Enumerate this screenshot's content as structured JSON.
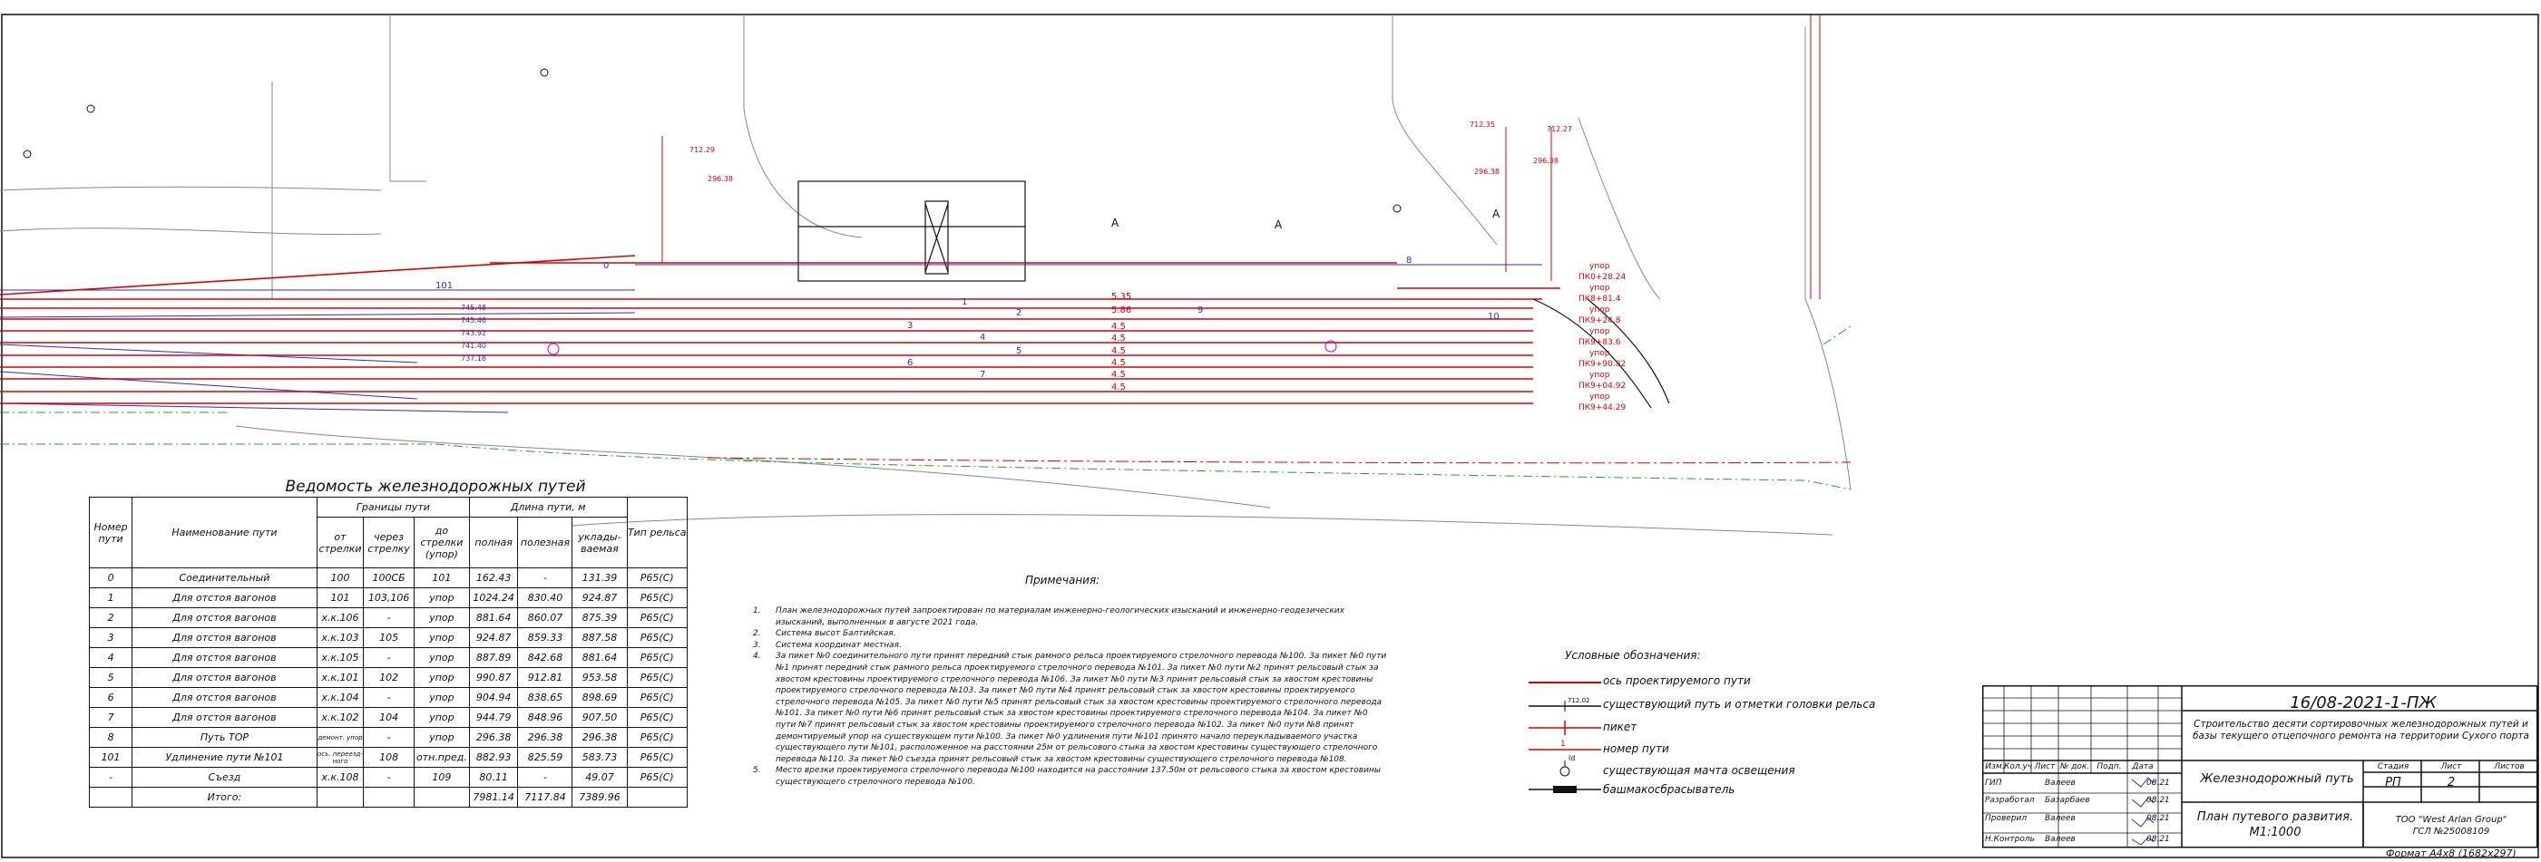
{
  "plan": {
    "station_labels": [
      "А",
      "А",
      "А"
    ],
    "track_numbers": [
      "0",
      "1",
      "2",
      "3",
      "4",
      "5",
      "6",
      "7",
      "8",
      "101",
      "9",
      "10"
    ],
    "marker_values": [
      "5.35",
      "5.86",
      "4.5",
      "4.5",
      "4.5",
      "4.5",
      "4.5",
      "4.5"
    ],
    "stop_labels": [
      "упор",
      "ПК0+28.24",
      "упор",
      "ПК8+81.4",
      "упор",
      "ПК9+24.8",
      "упор",
      "ПК9+83.6",
      "упор",
      "ПК9+90.82",
      "упор",
      "ПК9+04.92",
      "упор",
      "ПК9+44.29"
    ],
    "elevations": [
      "745.48",
      "745.46",
      "743.92",
      "741.40",
      "737.18",
      "712.29",
      "712.35",
      "712.27",
      "296.38",
      "296.38",
      "296.38"
    ]
  },
  "rail_table": {
    "title": "Ведомость железнодорожных путей",
    "headers": {
      "num": "Номер пути",
      "name": "Наименование пути",
      "bounds": "Границы пути",
      "from": "от стрелки",
      "via": "через стрелку",
      "to": "до стрелки (упор)",
      "length": "Длина пути, м",
      "full": "полная",
      "useful": "полезная",
      "laid": "уклады-ваемая",
      "type": "Тип рельса"
    },
    "rows": [
      [
        "0",
        "Соединительный",
        "100",
        "100СБ",
        "101",
        "162.43",
        "-",
        "131.39",
        "Р65(С)"
      ],
      [
        "1",
        "Для отстоя вагонов",
        "101",
        "103,106",
        "упор",
        "1024.24",
        "830.40",
        "924.87",
        "Р65(С)"
      ],
      [
        "2",
        "Для отстоя вагонов",
        "х.к.106",
        "-",
        "упор",
        "881.64",
        "860.07",
        "875.39",
        "Р65(С)"
      ],
      [
        "3",
        "Для отстоя вагонов",
        "х.к.103",
        "105",
        "упор",
        "924.87",
        "859.33",
        "887.58",
        "Р65(С)"
      ],
      [
        "4",
        "Для отстоя вагонов",
        "х.к.105",
        "-",
        "упор",
        "887.89",
        "842.68",
        "881.64",
        "Р65(С)"
      ],
      [
        "5",
        "Для отстоя вагонов",
        "х.к.101",
        "102",
        "упор",
        "990.87",
        "912.81",
        "953.58",
        "Р65(С)"
      ],
      [
        "6",
        "Для отстоя вагонов",
        "х.к.104",
        "-",
        "упор",
        "904.94",
        "838.65",
        "898.69",
        "Р65(С)"
      ],
      [
        "7",
        "Для отстоя вагонов",
        "х.к.102",
        "104",
        "упор",
        "944.79",
        "848.96",
        "907.50",
        "Р65(С)"
      ],
      [
        "8",
        "Путь ТОР",
        "демонт. упор",
        "-",
        "упор",
        "296.38",
        "296.38",
        "296.38",
        "Р65(С)"
      ],
      [
        "101",
        "Удлинение пути №101",
        "ось. переезд-ного",
        "108",
        "отн.пред.",
        "882.93",
        "825.59",
        "583.73",
        "Р65(С)"
      ],
      [
        "-",
        "Съезд",
        "х.к.108",
        "-",
        "109",
        "80.11",
        "-",
        "49.07",
        "Р65(С)"
      ]
    ],
    "total_label": "Итого:",
    "totals": [
      "7981.14",
      "7117.84",
      "7389.96"
    ]
  },
  "notes": {
    "title": "Примечания:",
    "items": [
      {
        "n": "1.",
        "text": "План железнодорожных путей запроектирован по материалам инженерно-геологических изысканий и инженерно-геодезических изысканий, выполненных в августе 2021 года."
      },
      {
        "n": "2.",
        "text": "Система высот Балтийская."
      },
      {
        "n": "3.",
        "text": "Система координат местная."
      },
      {
        "n": "4.",
        "text": "За пикет №0 соединительного пути принят передний стык рамного рельса проектируемого стрелочного перевода №100. За пикет №0 пути №1 принят передний стык рамного рельса проектируемого стрелочного перевода №101. За пикет №0 пути №2 принят рельсовый стык за хвостом крестовины проектируемого стрелочного перевода №106. За пикет №0 пути №3 принят рельсовый стык за хвостом крестовины проектируемого стрелочного перевода №103. За пикет №0 пути №4 принят рельсовый стык за хвостом крестовины проектируемого стрелочного перевода №105. За пикет №0 пути №5 принят рельсовый стык за хвостом крестовины проектируемого стрелочного перевода №101. За пикет №0 пути №6 принят рельсовый стык за хвостом крестовины проектируемого стрелочного перевода №104. За пикет №0 пути №7 принят рельсовый стык за хвостом крестовины проектируемого стрелочного перевода №102. За пикет №0 пути №8 принят демонтируемый упор на существующем пути №100. За пикет №0 удлинения пути №101 принято начало переукладываемого участка существующего пути №101, расположенное на расстоянии 25м от рельсового стыка за хвостом крестовины существующего стрелочного перевода №110. За пикет №0 съезда принят рельсовый стык за хвостом крестовины существующего стрелочного перевода №108."
      },
      {
        "n": "5.",
        "text": "Место врезки проектируемого стрелочного перевода №100 находится на расстоянии 137.50м от рельсового стыка за хвостом крестовины существующего стрелочного перевода №100."
      }
    ]
  },
  "legend": {
    "title": "Условные обозначения:",
    "items": [
      {
        "label": "ось проектируемого пути"
      },
      {
        "label": "существующий путь и отметки головки рельса",
        "value": "712.02"
      },
      {
        "label": "пикет"
      },
      {
        "label": "номер пути",
        "value": "1"
      },
      {
        "label": "существующая мачта освещения",
        "value": "ld"
      },
      {
        "label": "башмакосбрасыватель"
      }
    ]
  },
  "title_block": {
    "code": "16/08-2021-1-ПЖ",
    "project": "Строительство десяти сортировочных железнодорожных путей и базы текущего отцепочного ремонта на территории Сухого порта",
    "columns": [
      "Изм.",
      "Кол.уч",
      "Лист",
      "№ док.",
      "Подп.",
      "Дата"
    ],
    "signers": [
      {
        "role": "ГИП",
        "name": "Валеев",
        "date": "08.21"
      },
      {
        "role": "Разработал",
        "name": "Базарбаев",
        "date": "08.21"
      },
      {
        "role": "Проверил",
        "name": "Валеев",
        "date": "08.21"
      },
      {
        "role": "Н.Контроль",
        "name": "Валеев",
        "date": "08.21"
      }
    ],
    "section": "Железнодорожный путь",
    "stage_header": "Стадия",
    "sheet_header": "Лист",
    "sheets_header": "Листов",
    "stage": "РП",
    "sheet": "2",
    "sheets": "",
    "drawing": "План путевого развития. М1:1000",
    "company": "ТОО \"West Arlan Group\"",
    "license": "ГСЛ №25008109",
    "format": "Формат А4х8 (1682х297)"
  },
  "colors": {
    "design": "#e00000",
    "existing": "#2c2cd0",
    "green": "#18a818",
    "ink": "#111111",
    "magenta": "#c000c0"
  }
}
